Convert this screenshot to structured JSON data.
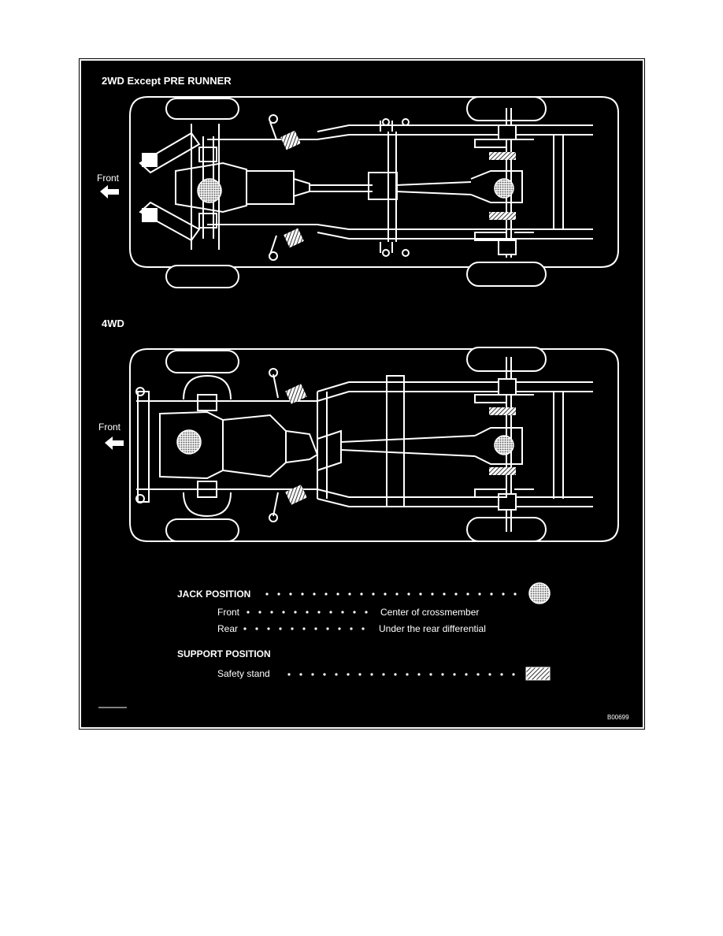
{
  "figure": {
    "section_2wd": {
      "title": "2WD Except PRE RUNNER",
      "front_label": "Front"
    },
    "section_4wd": {
      "title": "4WD",
      "front_label": "Front"
    },
    "legend": {
      "jack_heading": "JACK POSITION",
      "jack_front_label": "Front",
      "jack_front_value": "Center of crossmember",
      "jack_rear_label": "Rear",
      "jack_rear_value": "Under the rear differential",
      "support_heading": "SUPPORT POSITION",
      "support_label": "Safety stand"
    },
    "figure_code": "B00699",
    "colors": {
      "background": "#000000",
      "line": "#ffffff",
      "jack_marker": "#cfcfcf"
    },
    "icons": [
      "arrow-left-icon",
      "jack-position-icon",
      "safety-stand-icon"
    ]
  }
}
